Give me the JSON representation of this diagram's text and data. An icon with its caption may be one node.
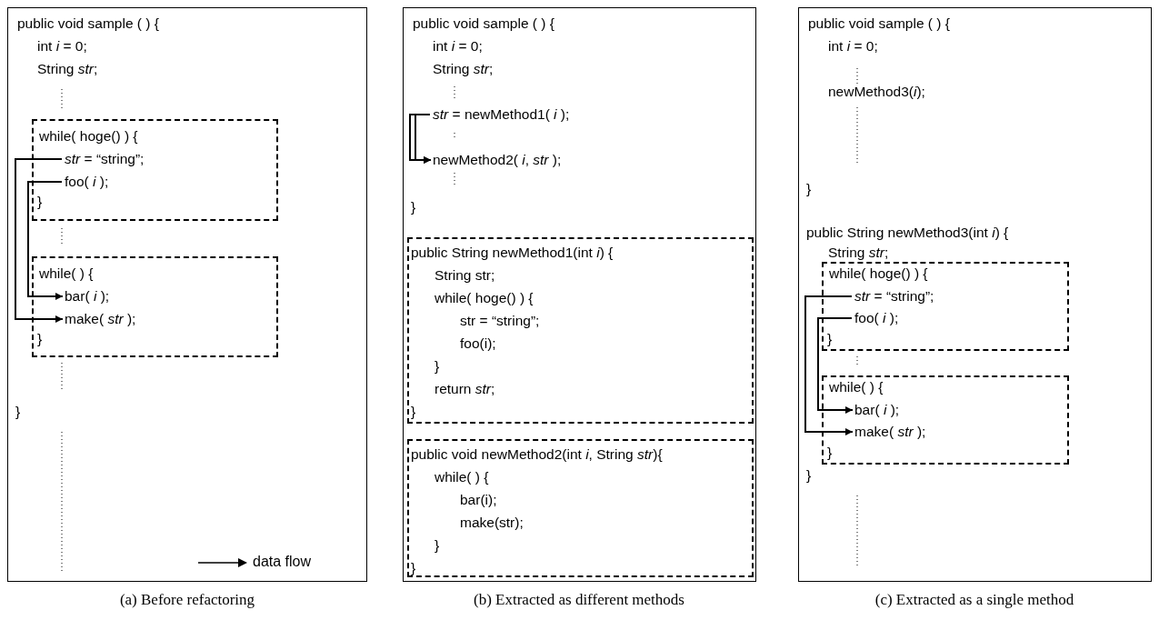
{
  "diagram": {
    "nodes": [
      {
        "text": [
          "public void sample ( ) {",
          "int *i* = 0;",
          "String *str*;",
          "}"
        ],
        "beside": [
          "(a) Before refactoring"
        ]
      },
      {
        "text": [
          "while( hoge() ) {",
          "}"
        ],
        "in": 0
      },
      {
        "text": [
          "*str*  = “string”;"
        ],
        "in": 1
      },
      {
        "text": [
          "foo( *i* );"
        ],
        "in": 1
      },
      {
        "text": [
          "while( ) {",
          "}"
        ],
        "in": 0
      },
      {
        "text": [
          "bar( *i* );"
        ],
        "in": 4
      },
      {
        "text": [
          "make( *str* );"
        ],
        "in": 4
      },
      {
        "text": [
          "public void sample ( ) {",
          "int *i* = 0;",
          "String *str*;",
          "}"
        ],
        "beside": [
          "(b) Extracted as different methods"
        ]
      },
      {
        "text": [
          "*str* = newMethod1( *i* );"
        ],
        "in": 7
      },
      {
        "text": [
          "newMethod2( *i*, *str* );"
        ],
        "in": 7
      },
      {
        "text": [
          "public String newMethod1(int  *i*) {",
          "String str;",
          "while( hoge() ) {",
          "str  = “string”;",
          "foo(i);",
          "}",
          "return *str*;",
          "}"
        ],
        "in": 7
      },
      {
        "text": [
          "public void newMethod2(int *i*, String *str*){",
          "while( ) {",
          "bar(i);",
          "make(str);",
          "}",
          "}"
        ],
        "in": 7
      },
      {
        "text": [
          "public void sample ( ) {",
          "int *i* = 0;",
          "newMethod3(*i*);",
          "}",
          "public String newMethod3(int  *i*) {",
          "String *str*;",
          "}"
        ],
        "beside": [
          "(c) Extracted as a single method"
        ]
      },
      {
        "text": [
          "while( hoge() ) {",
          "}"
        ],
        "in": 12
      },
      {
        "text": [
          "*str*  = “string”;"
        ],
        "in": 13
      },
      {
        "text": [
          "foo( *i* );"
        ],
        "in": 13
      },
      {
        "text": [
          "while( ) {",
          "}"
        ],
        "in": 12
      },
      {
        "text": [
          "bar( *i* );"
        ],
        "in": 16
      },
      {
        "text": [
          "make( *str* );"
        ],
        "in": 16
      }
    ],
    "edges": [
      {
        "from": 2,
        "to": 6,
        "arrow": "to"
      },
      {
        "from": 3,
        "to": 5,
        "arrow": "to"
      },
      {
        "from": 8,
        "to": 9,
        "arrow": "to"
      },
      {
        "from": 8,
        "to": 9,
        "arrow": "to"
      },
      {
        "from": 14,
        "to": 18,
        "arrow": "to"
      },
      {
        "from": 15,
        "to": 17,
        "arrow": "to"
      }
    ],
    "legend": [
      {
        "text": "data flow"
      }
    ]
  }
}
